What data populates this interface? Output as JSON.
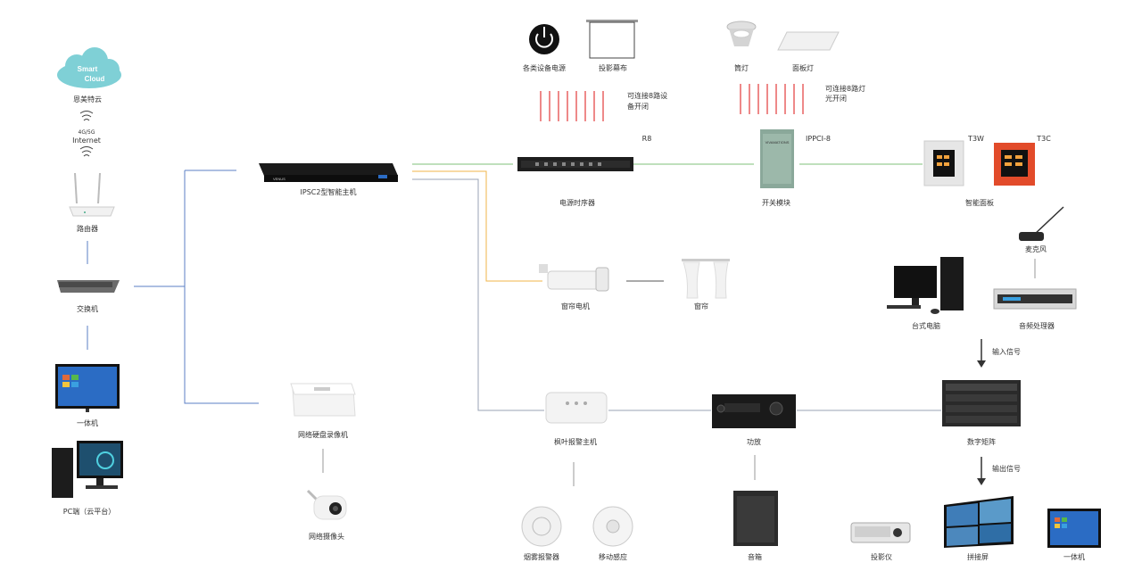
{
  "cloud": {
    "brand_line1": "Smart",
    "brand_line2": "Cloud",
    "label": "恩美特云"
  },
  "network": {
    "band": "4G/5G",
    "internet": "Internet"
  },
  "devices": {
    "router": "路由器",
    "switch": "交换机",
    "aio_left": "一体机",
    "pc": "PC端（云平台）",
    "host": "IPSC2型智能主机",
    "nvr": "网络硬盘录像机",
    "ipcam": "网络摄像头",
    "power": "各类设备电源",
    "screen": "投影幕布",
    "downlight": "筒灯",
    "panel_light": "面板灯",
    "r8_model": "R8",
    "sequencer": "电源时序器",
    "ippci_model": "IPPCI-8",
    "switch_module": "开关模块",
    "t3w": "T3W",
    "t3c": "T3C",
    "smart_panel": "智能面板",
    "curtain_motor": "窗帘电机",
    "curtain": "窗帘",
    "microphone": "麦克风",
    "desktop": "台式电脑",
    "audio_processor": "音频处理器",
    "alarm_host": "枫叶报警主机",
    "amplifier": "功放",
    "matrix": "数字矩阵",
    "smoke": "烟雾报警器",
    "motion": "移动感应",
    "speaker": "音箱",
    "projector": "投影仪",
    "videowall": "拼接屏",
    "aio_right": "一体机"
  },
  "notes": {
    "r8_line1": "可连接8路设",
    "r8_line2": "备开闭",
    "light_line1": "可连接8路灯",
    "light_line2": "光开闭",
    "input_signal": "输入信号",
    "output_signal": "输出信号"
  },
  "colors": {
    "blue_line": "#5b7fc4",
    "green_line": "#7fc07a",
    "orange_line": "#f1b54a",
    "gray_line": "#9aa3b5",
    "red_tick": "#e23a3a",
    "cloud": "#7fd0d6"
  }
}
